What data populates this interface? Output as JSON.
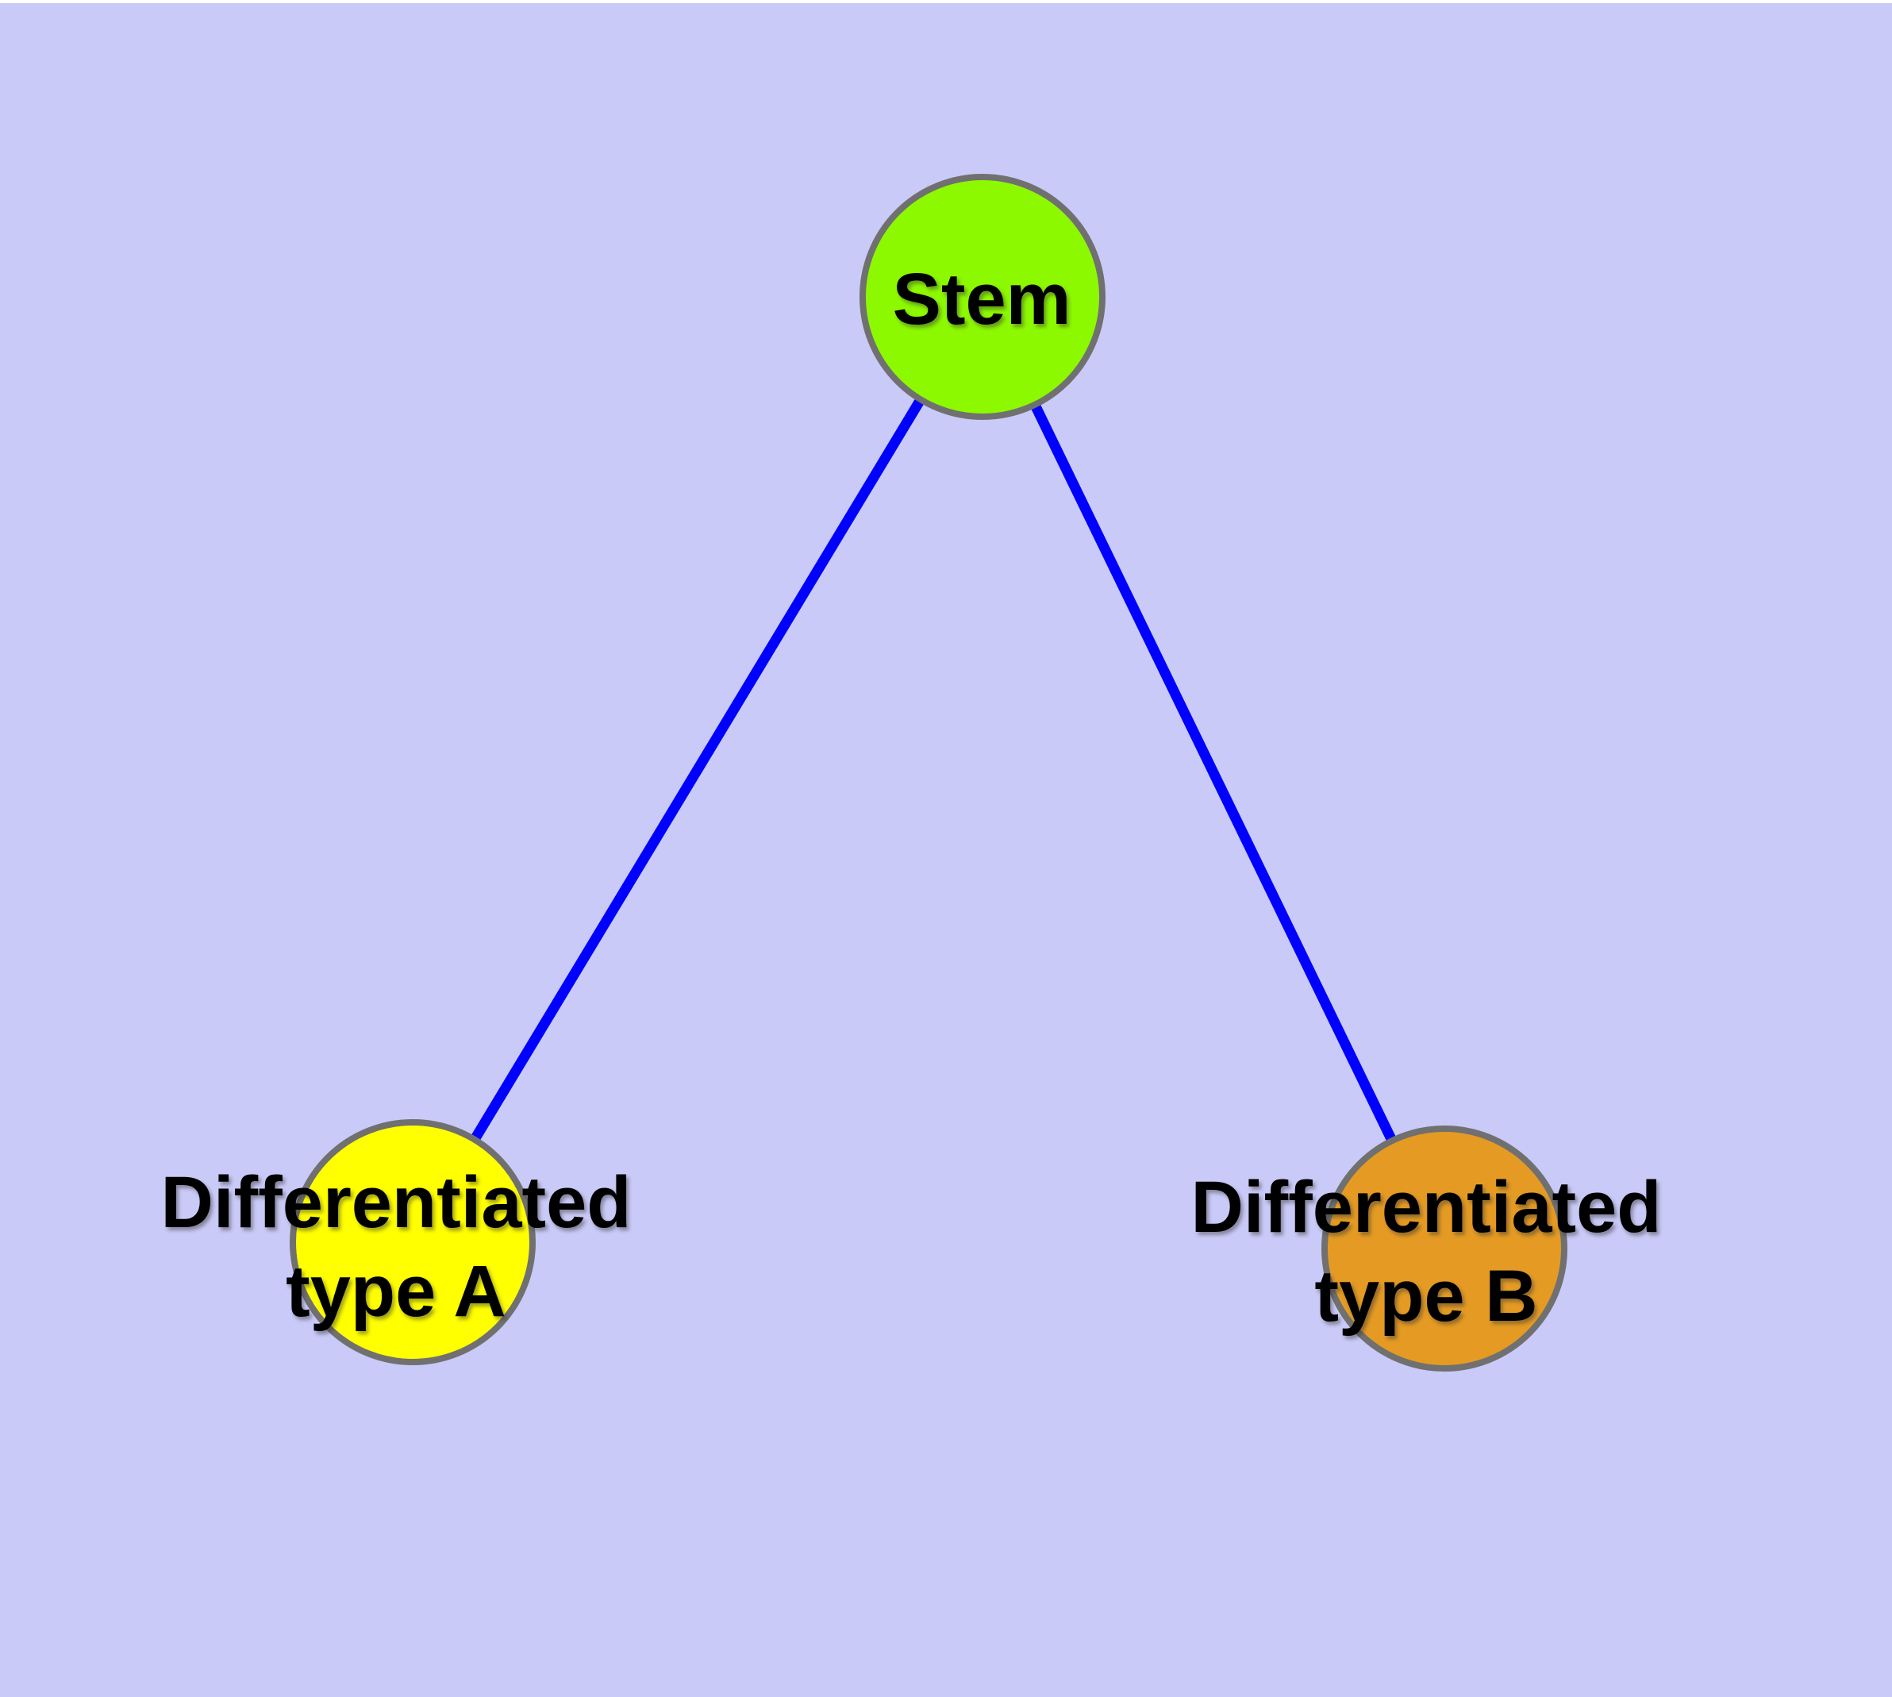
{
  "diagram": {
    "description": "Stem cell differentiation graph",
    "colors": {
      "background": "#CACAF8",
      "top_margin": "#FFFFFF",
      "edge": "#0000FF",
      "node_border": "#707070",
      "label_text": "#000000",
      "stem_fill": "#8DF900",
      "type_a_fill": "#FFFF00",
      "type_b_fill": "#E59B23"
    },
    "nodes": {
      "stem": {
        "label": "Stem",
        "fill": "#8DF900"
      },
      "type_a": {
        "label_line1": "Differentiated",
        "label_line2": "type A",
        "fill": "#FFFF00"
      },
      "type_b": {
        "label_line1": "Differentiated",
        "label_line2": "type B",
        "fill": "#E59B23"
      }
    },
    "edges": [
      {
        "from": "Stem",
        "to": "Differentiated type A"
      },
      {
        "from": "Stem",
        "to": "Differentiated type B"
      }
    ]
  }
}
